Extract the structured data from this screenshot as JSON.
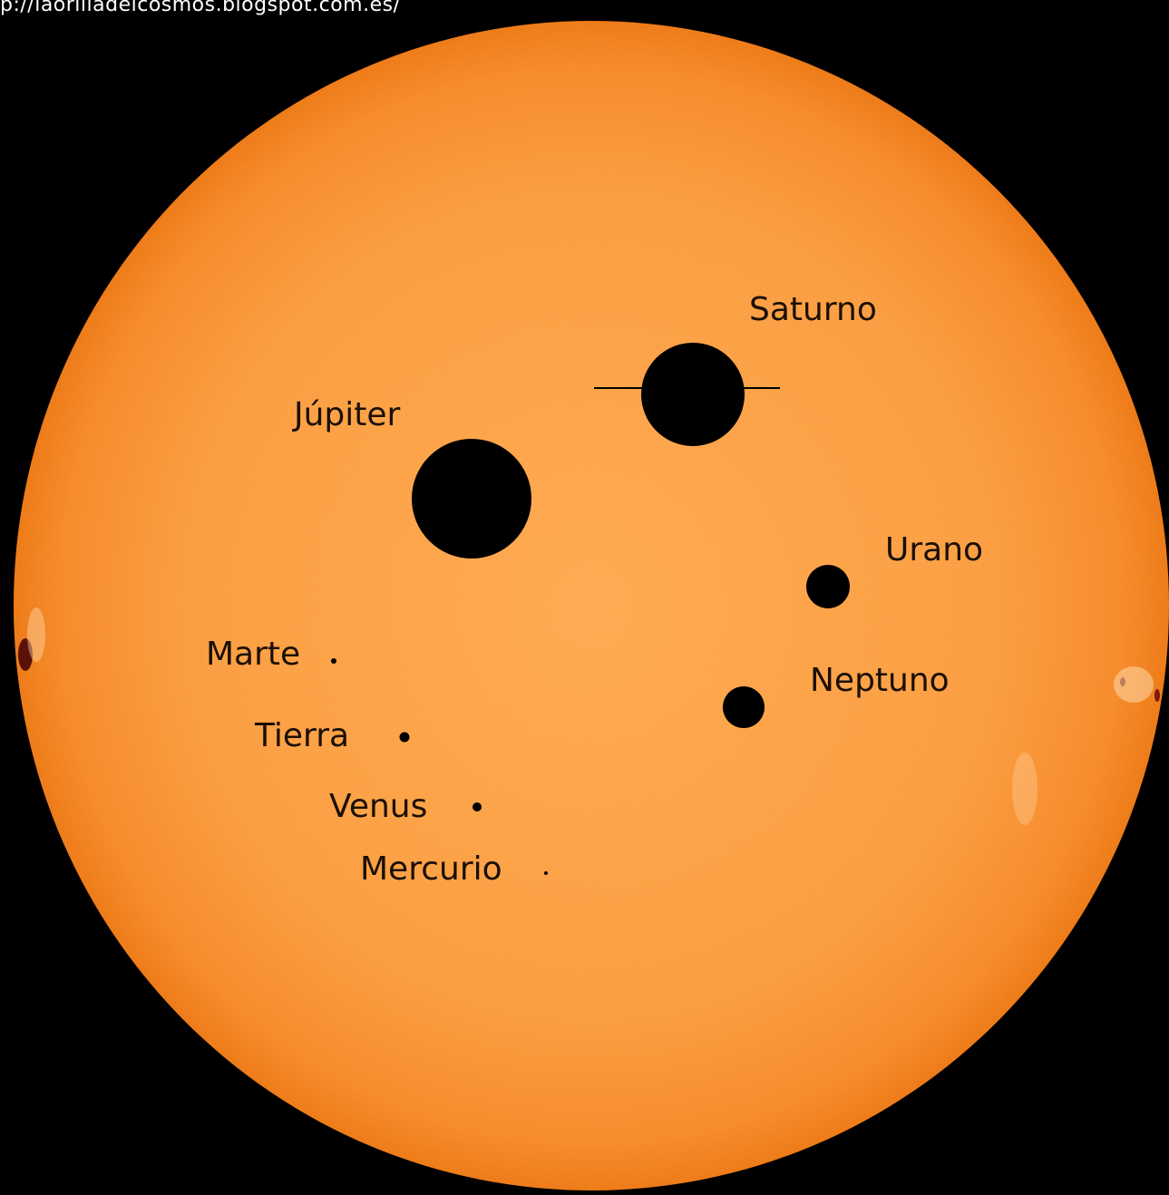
{
  "watermark": "p://laorilladelcosmos.blogspot.com.es/",
  "colors": {
    "background": "#000000",
    "sun_center": "#ffa94d",
    "sun_edge": "#f0780a",
    "planet": "#000000",
    "label": "#1a0f05"
  },
  "planets": {
    "saturno": "Saturno",
    "jupiter": "Júpiter",
    "urano": "Urano",
    "neptuno": "Neptuno",
    "marte": "Marte",
    "tierra": "Tierra",
    "venus": "Venus",
    "mercurio": "Mercurio"
  }
}
